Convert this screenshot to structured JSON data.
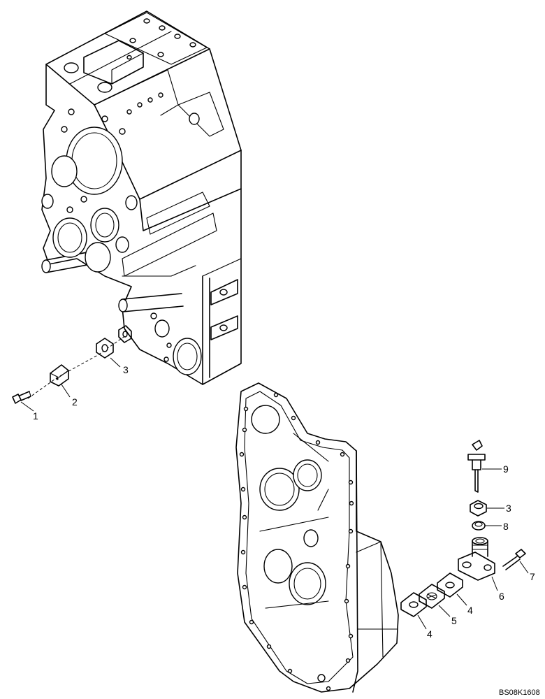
{
  "callouts": {
    "c1": "1",
    "c2": "2",
    "c3_upper": "3",
    "c9": "9",
    "c3_lower": "3",
    "c8": "8",
    "c7": "7",
    "c6": "6",
    "c4_right": "4",
    "c5": "5",
    "c4_left": "4"
  },
  "drawing_id": "BS08K1608"
}
